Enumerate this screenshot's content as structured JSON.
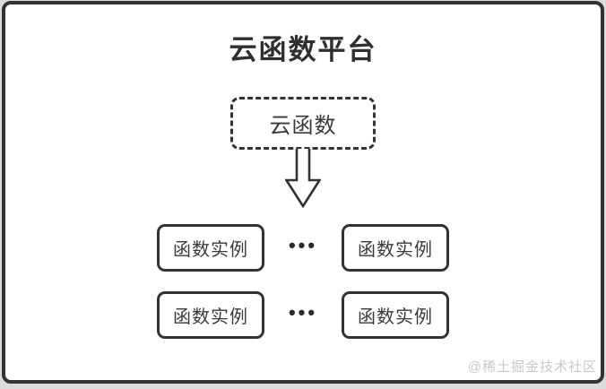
{
  "diagram": {
    "title": "云函数平台",
    "source_node": {
      "label": "云函数",
      "border_style": "dashed"
    },
    "arrow": {
      "direction": "down",
      "style": "hollow-outline"
    },
    "instances": [
      {
        "label": "函数实例"
      },
      {
        "label": "函数实例"
      },
      {
        "label": "函数实例"
      },
      {
        "label": "函数实例"
      }
    ],
    "ellipsis": "•••",
    "watermark": "@稀土掘金技术社区",
    "colors": {
      "border": "#333333",
      "text": "#3a3a3a",
      "title_text": "#2f2f2f",
      "watermark": "#c9c9c9",
      "background": "#ffffff",
      "page_background": "#dcdcdc"
    }
  }
}
